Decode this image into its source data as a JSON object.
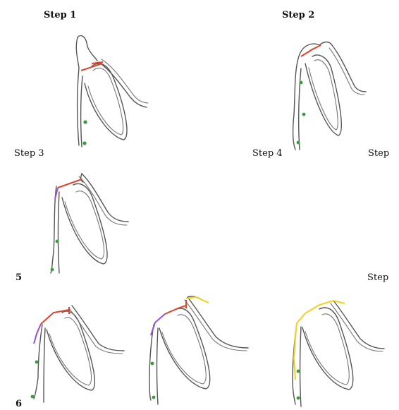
{
  "labels": {
    "step1": "Step 1",
    "step2": "Step 2",
    "step3": "Step 3",
    "step4": "Step 4",
    "step_a": "Step",
    "five": "5",
    "step_b": "Step",
    "six": "6"
  },
  "colors": {
    "outline": "#555555",
    "point": "#3c9a3c",
    "line_red": "#e0422a",
    "line_purple": "#9a4fd6",
    "line_yellow": "#f2d21e"
  }
}
